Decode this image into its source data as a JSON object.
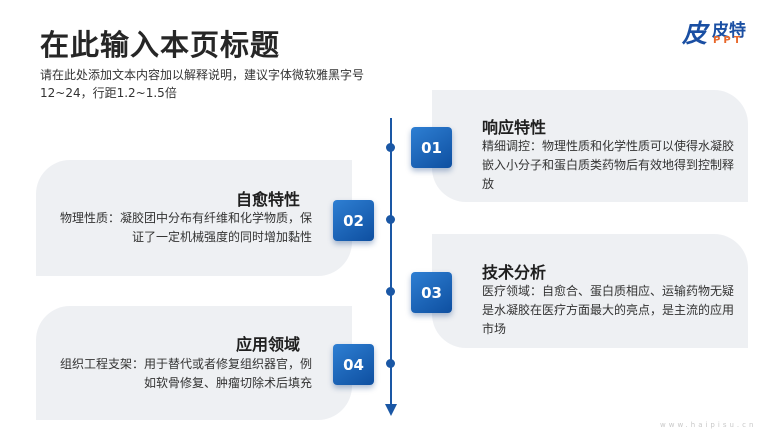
{
  "header": {
    "title": "在此输入本页标题",
    "subtitle": "请在此处添加文本内容加以解释说明，建议字体微软雅黑字号12~24，行距1.2~1.5倍"
  },
  "logo": {
    "char1": "皮",
    "chars_rest": "皮特",
    "ppt": "PPT"
  },
  "colors": {
    "accent": "#1a57a5",
    "badge_light": "#2e7fd3",
    "badge_dark": "#0e4fa0",
    "card_bg": "#eef0f3",
    "logo_orange": "#e8672a"
  },
  "items": [
    {
      "number": "01",
      "title": "响应特性",
      "desc": "精细调控：物理性质和化学性质可以使得水凝胶嵌入小分子和蛋白质类药物后有效地得到控制释放"
    },
    {
      "number": "02",
      "title": "自愈特性",
      "desc": "物理性质：凝胶团中分布有纤维和化学物质，保证了一定机械强度的同时增加黏性"
    },
    {
      "number": "03",
      "title": "技术分析",
      "desc": "医疗领域：自愈合、蛋白质相应、运输药物无疑是水凝胶在医疗方面最大的亮点，是主流的应用市场"
    },
    {
      "number": "04",
      "title": "应用领域",
      "desc": "组织工程支架：用于替代或者修复组织器官，例如软骨修复、肿瘤切除术后填充"
    }
  ],
  "watermark": "www.haipisu.cn"
}
